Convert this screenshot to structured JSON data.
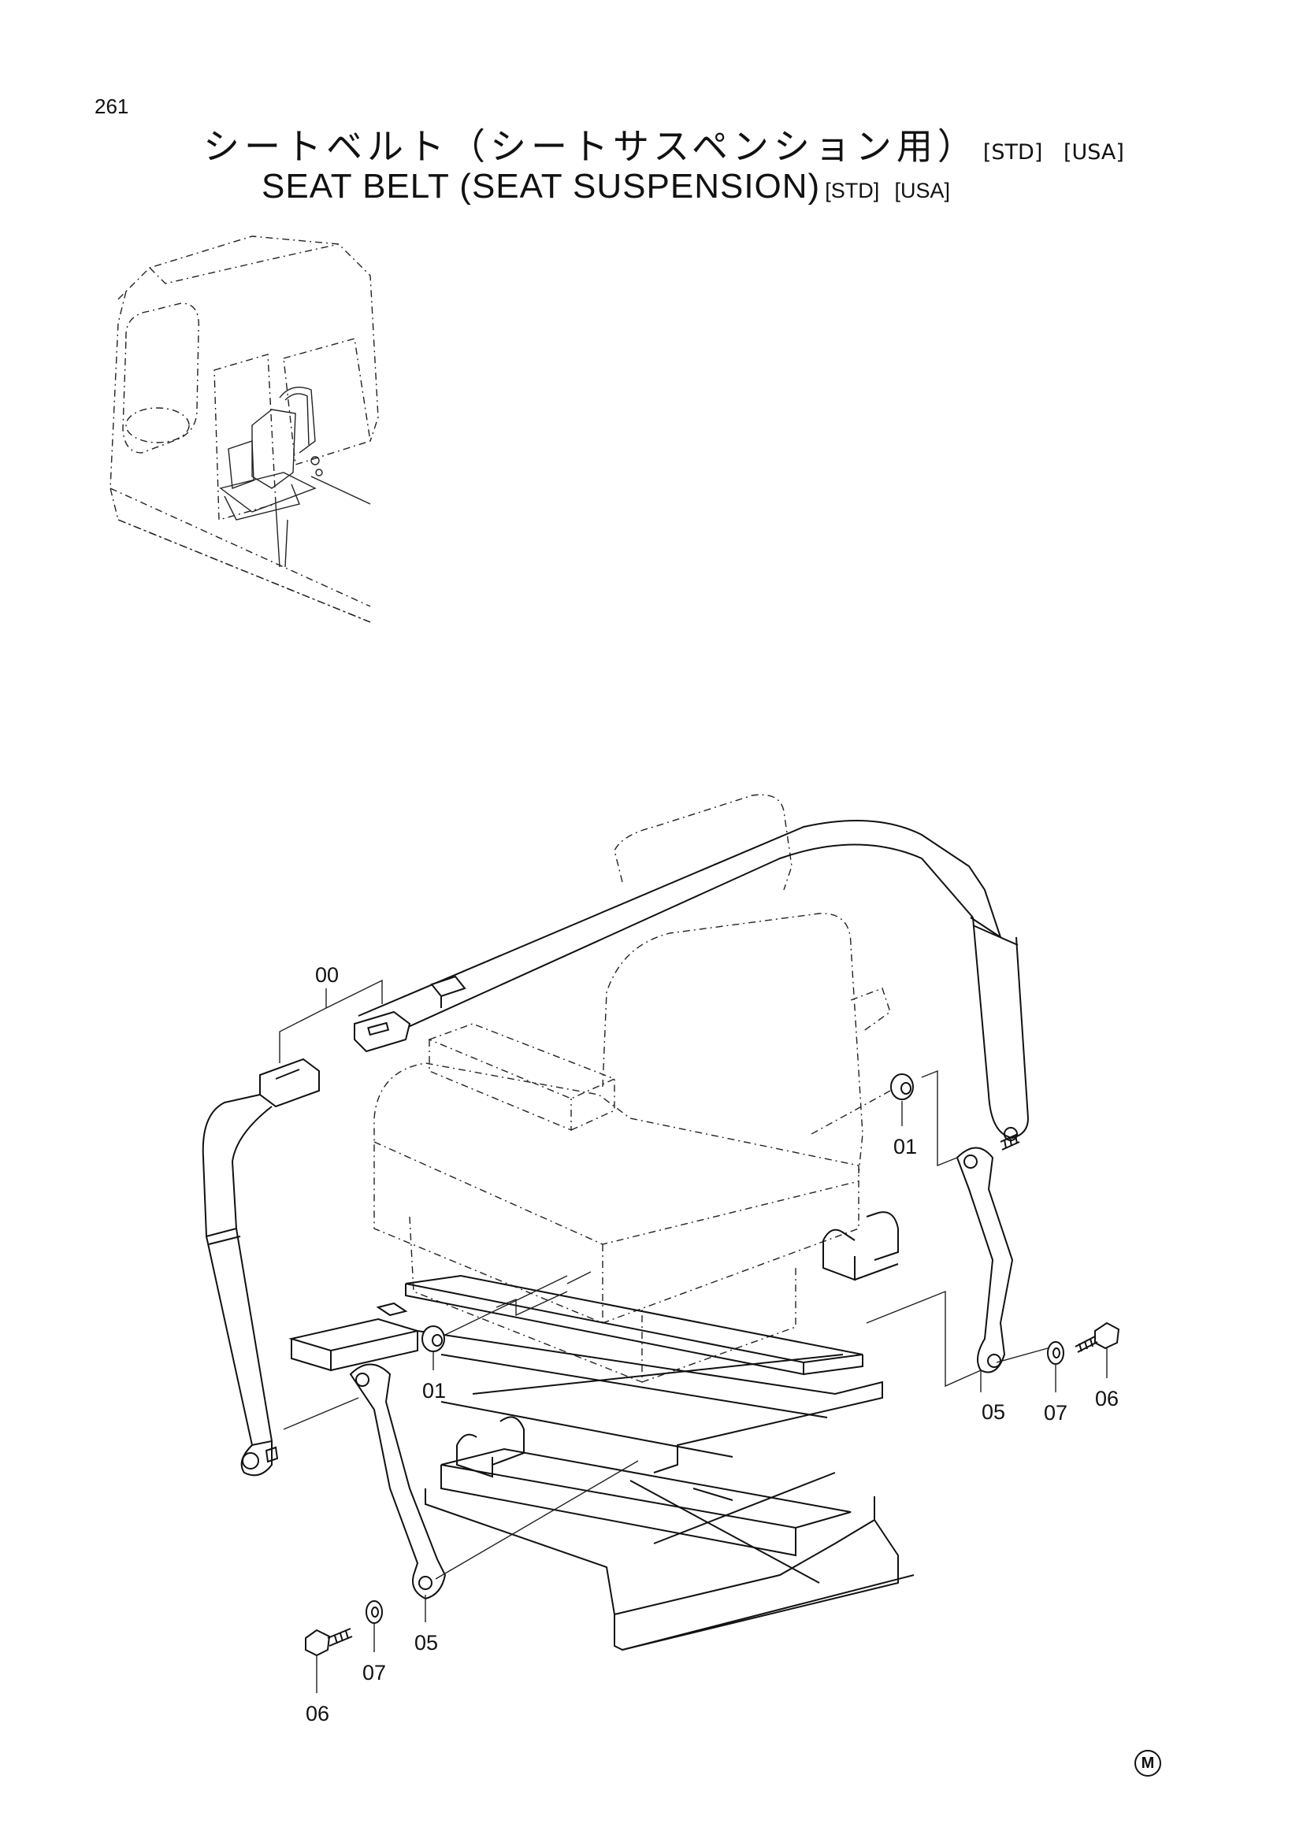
{
  "page_number": "261",
  "title_jp": "シートベルト（シートサスペンション用）",
  "title_en": "SEAT BELT (SEAT SUSPENSION)",
  "tags": [
    "[STD]",
    "[USA]"
  ],
  "callouts": {
    "belt_assembly": "00",
    "spacer_right": "01",
    "spacer_left": "01",
    "bracket_right": "05",
    "bracket_left": "05",
    "bolt_right": "06",
    "bolt_left": "06",
    "washer_right": "07",
    "washer_left": "07"
  },
  "footer_mark": "M"
}
